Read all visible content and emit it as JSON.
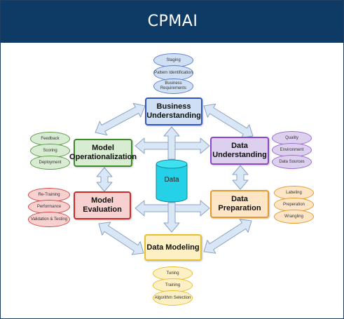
{
  "title": "CPMAI",
  "center": {
    "label": "Data"
  },
  "phases": {
    "business": {
      "line1": "Business",
      "line2": "Understanding"
    },
    "data_understanding": {
      "line1": "Data",
      "line2": "Understanding"
    },
    "data_preparation": {
      "line1": "Data",
      "line2": "Preparation"
    },
    "data_modeling": {
      "line1": "Data Modeling"
    },
    "model_evaluation": {
      "line1": "Model",
      "line2": "Evaluation"
    },
    "model_operationalization": {
      "line1": "Model",
      "line2": "Operationalization"
    }
  },
  "details": {
    "business": [
      "Staging",
      "Pattern Identification",
      "Business Requirements"
    ],
    "data_understanding": [
      "Quality",
      "Environment",
      "Data Sources"
    ],
    "data_preparation": [
      "Labeling",
      "Preperation",
      "Wrangling"
    ],
    "data_modeling": [
      "Tuning",
      "Training",
      "Algorithm Selection"
    ],
    "model_evaluation": [
      "Re-Training",
      "Performance",
      "Validation & Testing"
    ],
    "model_operationalization": [
      "Feedback",
      "Scoring",
      "Deployment"
    ]
  },
  "colors": {
    "header": "#0e3a66",
    "arrow_fill": "#d9e6f5",
    "arrow_stroke": "#8aa4c4",
    "business": "#2f55c8",
    "data_understanding": "#8a45c9",
    "data_preparation": "#e69a2e",
    "data_modeling": "#e6c02e",
    "model_evaluation": "#cc2a2a",
    "model_operationalization": "#3f8a2c",
    "cylinder": "#25d1e6"
  }
}
